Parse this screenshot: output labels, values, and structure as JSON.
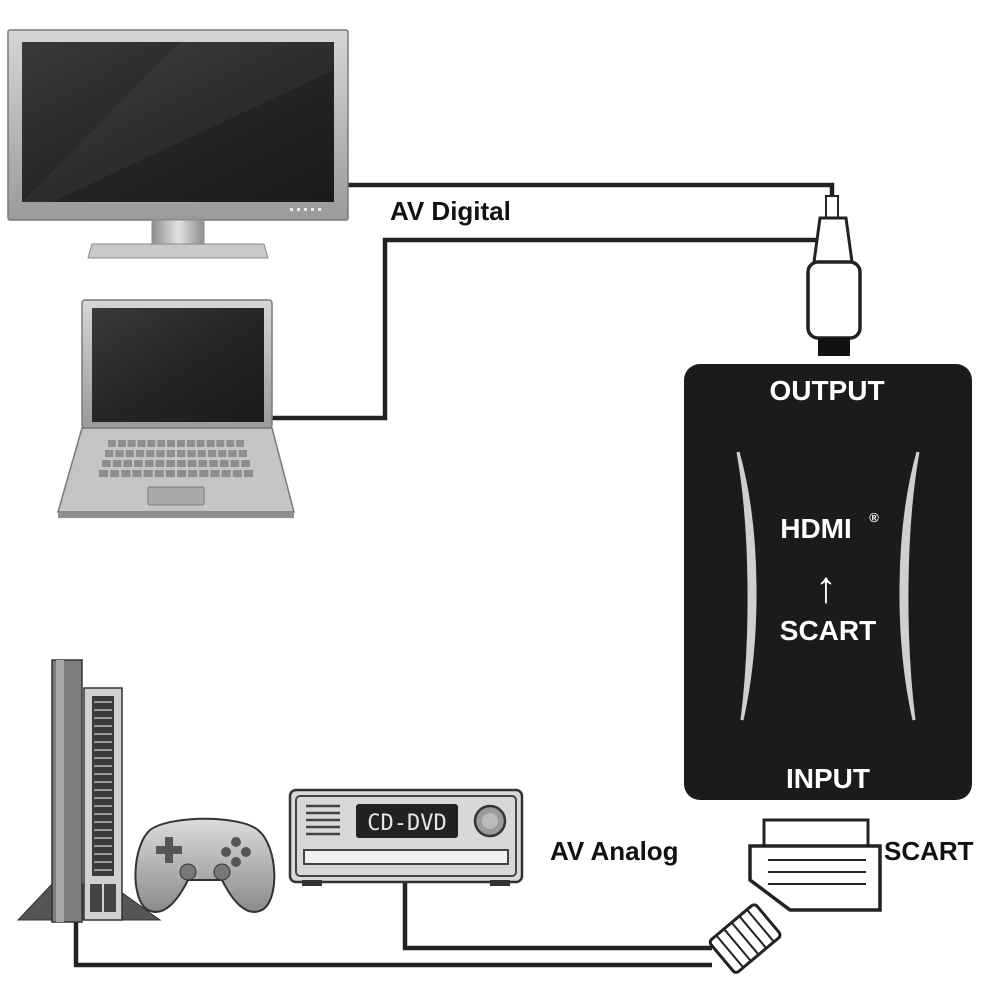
{
  "labels": {
    "av_digital": "AV Digital",
    "av_analog": "AV Analog",
    "scart": "SCART"
  },
  "converter": {
    "output": "OUTPUT",
    "hdmi": "HDMI",
    "registered": "®",
    "arrow": "↑",
    "scart": "SCART",
    "input": "INPUT"
  },
  "player": {
    "display": "CD-DVD"
  },
  "colors": {
    "wire": "#222222",
    "converter_body": "#1b1b1b",
    "converter_text": "#ffffff",
    "screen": "#262626",
    "frame": "#b9b9b9"
  }
}
